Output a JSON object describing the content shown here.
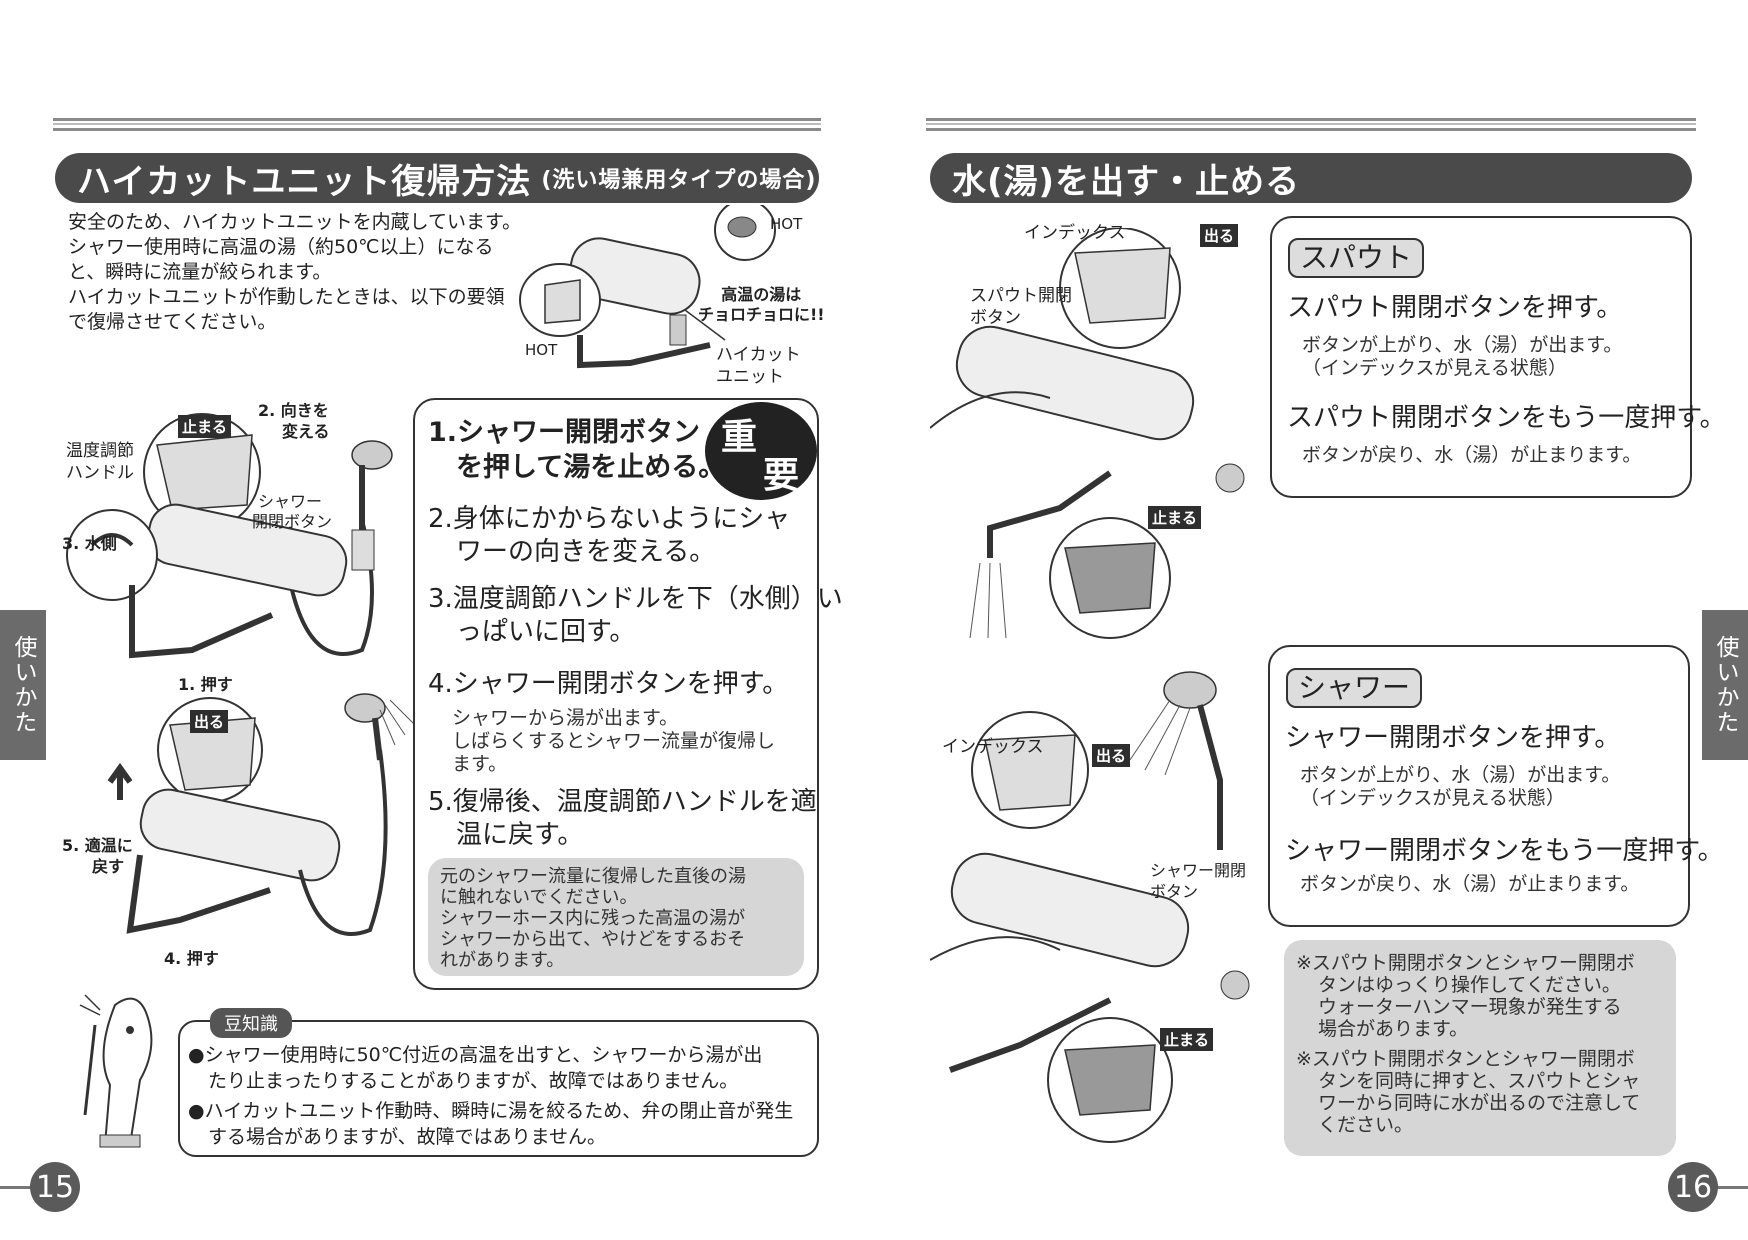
{
  "left": {
    "title": "ハイカットユニット復帰方法",
    "title_sub": "(洗い場兼用タイプの場合)",
    "intro": [
      "安全のため、ハイカットユニットを内蔵しています。",
      "シャワー使用時に高温の湯（約50℃以上）になる",
      "と、瞬時に流量が絞られます。",
      "ハイカットユニットが作動したときは、以下の要領",
      "で復帰させてください。"
    ],
    "hot": "HOT",
    "hot_water": [
      "高温の湯は",
      "チョロチョロに!!"
    ],
    "highcut_unit": [
      "ハイカット",
      "ユニット"
    ],
    "labels": {
      "stop": "止まる",
      "out": "出る",
      "turn": [
        "2. 向きを",
        "変える"
      ],
      "temp_handle": [
        "温度調節",
        "ハンドル"
      ],
      "shower_button": [
        "シャワー",
        "開閉ボタン"
      ],
      "water_side": "3. 水側",
      "push1": "1. 押す",
      "return_temp": [
        "5. 適温に",
        "戻す"
      ],
      "push4": "4. 押す"
    },
    "important": [
      "重",
      "要"
    ],
    "steps": {
      "s1": [
        "1.シャワー開閉ボタン",
        "を押して湯を止める。"
      ],
      "s2": [
        "2.身体にかからないようにシャ",
        "ワーの向きを変える。"
      ],
      "s3": [
        "3.温度調節ハンドルを下（水側）い",
        "っぱいに回す。"
      ],
      "s4": "4.シャワー開閉ボタンを押す。",
      "s4_note": [
        "シャワーから湯が出ます。",
        "しばらくするとシャワー流量が復帰し",
        "ます。"
      ],
      "s5": [
        "5.復帰後、温度調節ハンドルを適",
        "温に戻す。"
      ]
    },
    "caution": [
      "元のシャワー流量に復帰した直後の湯",
      "に触れないでください。",
      "シャワーホース内に残った高温の湯が",
      "シャワーから出て、やけどをするおそ",
      "れがあります。"
    ],
    "trivia_label": "豆知識",
    "trivia": [
      [
        "●シャワー使用時に50℃付近の高温を出すと、シャワーから湯が出",
        "たり止まったりすることがありますが、故障ではありません。"
      ],
      [
        "●ハイカットユニット作動時、瞬時に湯を絞るため、弁の閉止音が発生",
        "する場合がありますが、故障ではありません。"
      ]
    ],
    "side_tab": "使いかた",
    "page_number": "15"
  },
  "right": {
    "title": "水(湯)を出す・止める",
    "labels": {
      "index": "インデックス",
      "out": "出る",
      "stop": "止まる",
      "spout_button": [
        "スパウト開閉",
        "ボタン"
      ],
      "shower_button": [
        "シャワー開閉",
        "ボタン"
      ]
    },
    "spout": {
      "heading": "スパウト",
      "push": "スパウト開閉ボタンを押す。",
      "push_note": [
        "ボタンが上がり、水（湯）が出ます。",
        "（インデックスが見える状態）"
      ],
      "push_again": "スパウト開閉ボタンをもう一度押す。",
      "push_again_note": "ボタンが戻り、水（湯）が止まります。"
    },
    "shower": {
      "heading": "シャワー",
      "push": "シャワー開閉ボタンを押す。",
      "push_note": [
        "ボタンが上がり、水（湯）が出ます。",
        "（インデックスが見える状態）"
      ],
      "push_again": "シャワー開閉ボタンをもう一度押す。",
      "push_again_note": "ボタンが戻り、水（湯）が止まります。"
    },
    "notes": [
      [
        "※スパウト開閉ボタンとシャワー開閉ボ",
        "タンはゆっくり操作してください。",
        "ウォーターハンマー現象が発生する",
        "場合があります。"
      ],
      [
        "※スパウト開閉ボタンとシャワー開閉ボ",
        "タンを同時に押すと、スパウトとシャ",
        "ワーから同時に水が出るので注意して",
        "ください。"
      ]
    ],
    "side_tab": "使いかた",
    "page_number": "16"
  }
}
